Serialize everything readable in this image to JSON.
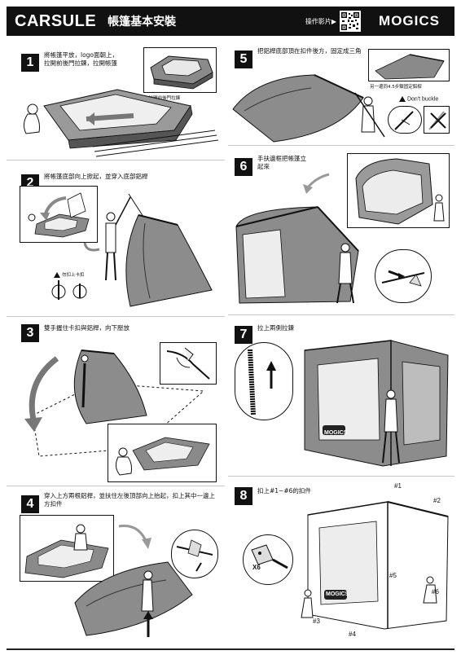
{
  "header": {
    "brand": "CARSULE",
    "subtitle": "帳篷基本安裝",
    "video_label": "操作影片▶",
    "logo": "MOGICS"
  },
  "steps": [
    {
      "number": "1",
      "caption": "將帳篷平放，logo面朝上，拉開前後門拉鍊，拉開帳篷",
      "inset_note": "※拉開前後門拉鍊"
    },
    {
      "number": "2",
      "caption": "將帳篷底部向上掀起，並穿入底部鋁桿",
      "warn_note": "勿扣上卡扣"
    },
    {
      "number": "3",
      "caption": "雙手握住卡扣與鋁桿，向下壓放"
    },
    {
      "number": "4",
      "caption": "穿入上方兩根鋁桿，並扶住左後頂部向上抬起，扣上其中一邊上方扣件"
    },
    {
      "number": "5",
      "caption": "把鋁桿底部頂在扣件後方，固定成三角",
      "inset_note": "另一邊同4.5步驟固定鋁桿",
      "warn": "Don't buckle"
    },
    {
      "number": "6",
      "caption": "手扶邊框把帳篷立起來"
    },
    {
      "number": "7",
      "caption": "拉上兩側拉鍊",
      "logo": "MOGICS"
    },
    {
      "number": "8",
      "caption": "扣上#1~#6的扣件",
      "multiplier": "X6",
      "logo": "MOGICS",
      "labels": [
        "#1",
        "#2",
        "#3",
        "#4",
        "#5",
        "#6"
      ]
    }
  ]
}
